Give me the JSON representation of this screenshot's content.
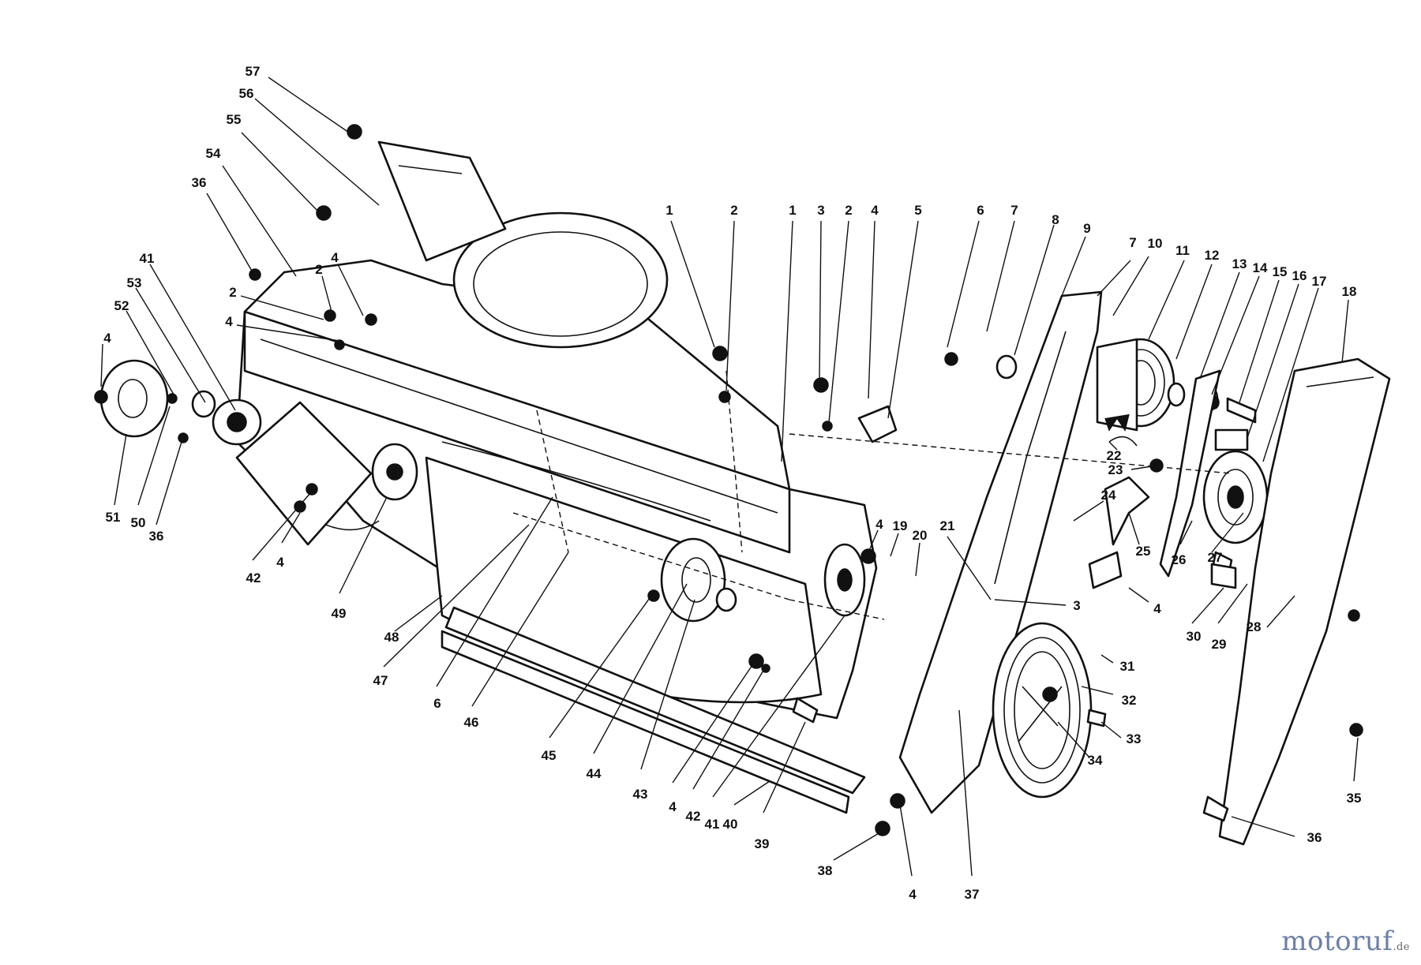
{
  "watermark": {
    "name": "motoruf",
    "suffix": ".de"
  },
  "colors": {
    "ink": "#111111",
    "background": "#ffffff",
    "watermark": "#6b7fa8"
  },
  "callouts": [
    "57",
    "56",
    "55",
    "54",
    "36",
    "2",
    "4",
    "2",
    "4",
    "41",
    "53",
    "52",
    "4",
    "51",
    "50",
    "36",
    "42",
    "4",
    "49",
    "48",
    "47",
    "6",
    "46",
    "45",
    "44",
    "43",
    "4",
    "42",
    "41",
    "40",
    "39",
    "38",
    "1",
    "2",
    "1",
    "3",
    "2",
    "4",
    "5",
    "4",
    "19",
    "20",
    "21",
    "6",
    "7",
    "8",
    "9",
    "7",
    "10",
    "11",
    "12",
    "13",
    "14",
    "15",
    "16",
    "17",
    "18",
    "22",
    "23",
    "24",
    "25",
    "26",
    "27",
    "28",
    "29",
    "30",
    "3",
    "4",
    "31",
    "32",
    "33",
    "34",
    "35",
    "36",
    "37",
    "4"
  ]
}
